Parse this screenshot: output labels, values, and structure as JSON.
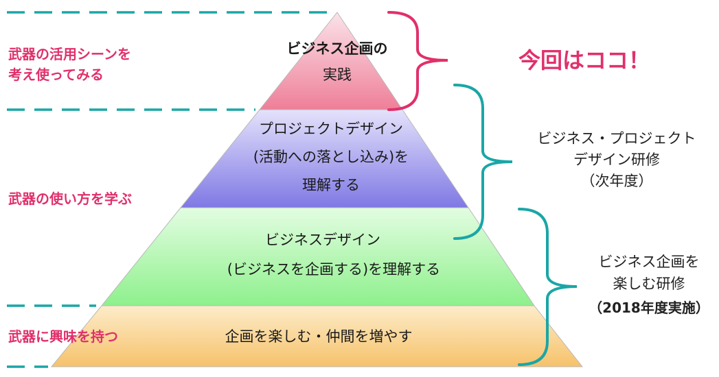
{
  "pyramid": {
    "levels": [
      {
        "id": "top",
        "lines": [
          "ビジネス企画の",
          "実践"
        ]
      },
      {
        "id": "upper-mid",
        "lines": [
          "プロジェクトデザイン",
          "(活動への落とし込み)を",
          "理解する"
        ]
      },
      {
        "id": "lower-mid",
        "lines": [
          "ビジネスデザイン",
          "(ビジネスを企画する)を理解する"
        ]
      },
      {
        "id": "base",
        "lines": [
          "企画を楽しむ・仲間を増やす"
        ]
      }
    ]
  },
  "left_labels": [
    {
      "lines": [
        "武器の活用シーンを",
        "考え使ってみる"
      ]
    },
    {
      "lines": [
        "武器の使い方を学ぶ"
      ]
    },
    {
      "lines": [
        "武器に興味を持つ"
      ]
    }
  ],
  "callout": {
    "text": "今回はココ！"
  },
  "right_labels": [
    {
      "lines": [
        "ビジネス・プロジェクト",
        "デザイン研修",
        "（次年度）"
      ]
    },
    {
      "lines": [
        "ビジネス企画を",
        "楽しむ研修",
        "（2018年度実施）"
      ]
    }
  ],
  "colors": {
    "accent_pink": "#e0306a",
    "teal": "#1aa6a6",
    "level_top": "#f08aa0",
    "level_upper_mid": "#8c86e8",
    "level_lower_mid": "#9cf09a",
    "level_base": "#f7c877"
  }
}
